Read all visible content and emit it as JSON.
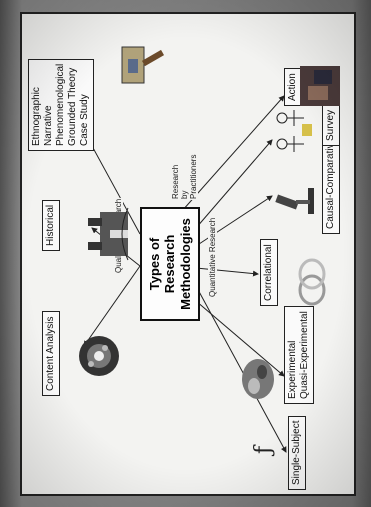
{
  "diagram": {
    "title_line1": "Types of Research",
    "title_line2": "Methodologies",
    "branches": {
      "qualitative": "Qualitative Research",
      "quantitative": "Quantitative Research",
      "practitioners_line1": "Research",
      "practitioners_line2": "by",
      "practitioners_line3": "Practitioners"
    },
    "nodes": {
      "content_analysis": "Content Analysis",
      "historical": "Historical",
      "qualitative_list": [
        "Ethnographic",
        "Narrative",
        "Phenomenological",
        "Grounded Theory",
        "Case Study"
      ],
      "experimental_line1": "Experimental",
      "experimental_line2": "Quasi-Experimental",
      "single_subject": "Single-Subject",
      "correlational": "Correlational",
      "causal_comparative": "Causal-Comparative",
      "survey": "Survey",
      "action": "Action"
    },
    "icons": [
      "film-reel-icon",
      "castle-drawing-icon",
      "gavel-icon",
      "brain-icon",
      "formula-icon",
      "rings-icon",
      "microscope-icon",
      "people-icon",
      "action-photo-icon"
    ]
  }
}
